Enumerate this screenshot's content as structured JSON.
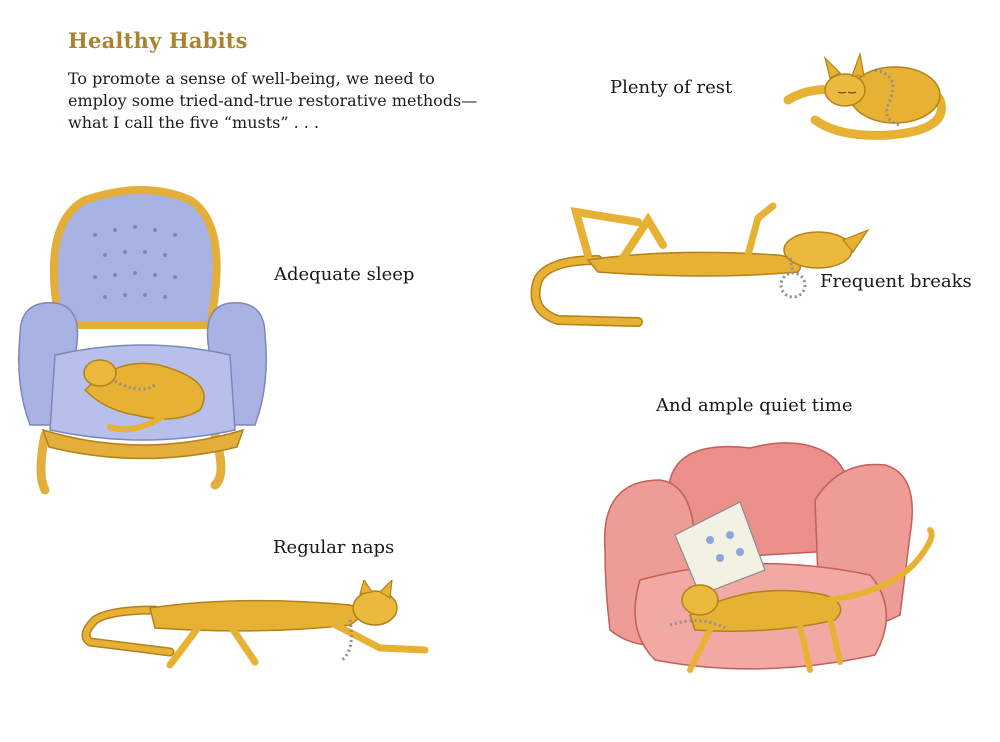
{
  "page": {
    "title": "Healthy Habits",
    "intro_lines": [
      "To promote a sense of well-being, we need to",
      "employ some tried-and-true restorative methods—",
      "what I call the five “musts” . . ."
    ]
  },
  "captions": {
    "rest": "Plenty of rest",
    "sleep": "Adequate sleep",
    "breaks": "Frequent breaks",
    "quiet": "And ample quiet time",
    "naps": "Regular naps"
  },
  "colors": {
    "title": "#a7852f",
    "cat": "#e7b234",
    "cat_outline": "#b3801a",
    "blue_chair": "#a9b3e3",
    "gold_frame": "#e3ae3a",
    "pink_chair": "#ea8f8a",
    "pearls": "#8e8e8e"
  }
}
